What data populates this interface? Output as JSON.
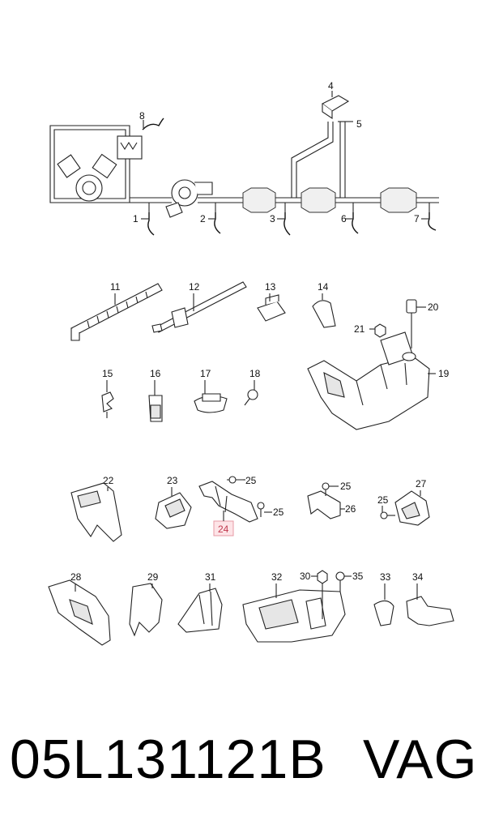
{
  "labels": {
    "p1": "1",
    "p2": "2",
    "p3": "3",
    "p4": "4",
    "p5": "5",
    "p6": "6",
    "p7": "7",
    "p8": "8",
    "p11": "11",
    "p12": "12",
    "p13": "13",
    "p14": "14",
    "p15": "15",
    "p16": "16",
    "p17": "17",
    "p18": "18",
    "p19": "19",
    "p20": "20",
    "p21": "21",
    "p22": "22",
    "p23": "23",
    "p24": "24",
    "p25a": "25",
    "p25b": "25",
    "p25c": "25",
    "p25d": "25",
    "p26": "26",
    "p27": "27",
    "p28": "28",
    "p29": "29",
    "p30": "30",
    "p31": "31",
    "p32": "32",
    "p33": "33",
    "p34": "34",
    "p35": "35"
  },
  "highlighted_part": "24",
  "caption": {
    "part_number": "05L131121B",
    "brand": "VAG"
  },
  "colors": {
    "highlight_fill": "#fde4e7",
    "highlight_text": "#c0394e"
  }
}
